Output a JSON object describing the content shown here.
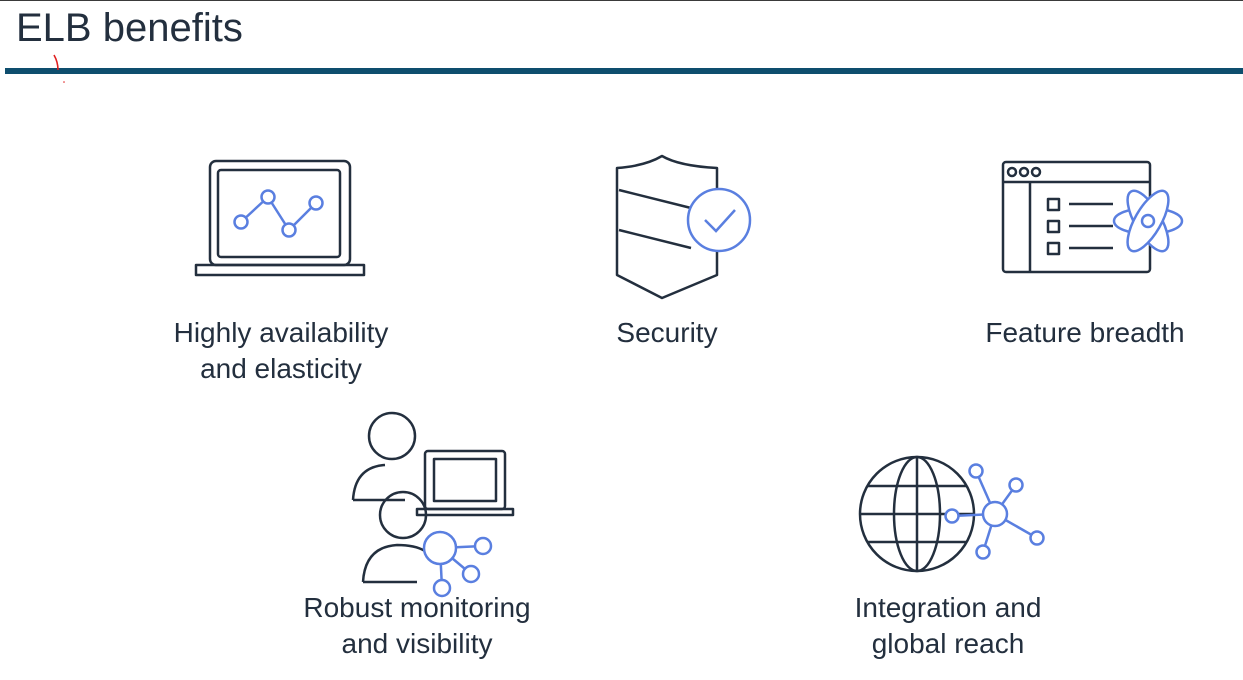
{
  "slide": {
    "title": "ELB benefits"
  },
  "benefits": [
    {
      "id": "availability",
      "icon": "laptop-chart-icon",
      "lines": [
        "Highly availability",
        "and elasticity"
      ]
    },
    {
      "id": "security",
      "icon": "shield-check-icon",
      "lines": [
        "Security"
      ]
    },
    {
      "id": "features",
      "icon": "window-checklist-atom-icon",
      "lines": [
        "Feature breadth"
      ]
    },
    {
      "id": "monitoring",
      "icon": "users-laptop-network-icon",
      "lines": [
        "Robust monitoring",
        "and visibility"
      ]
    },
    {
      "id": "integration",
      "icon": "globe-network-icon",
      "lines": [
        "Integration and",
        "global reach"
      ]
    }
  ],
  "colors": {
    "text": "#232f3e",
    "accent_bar": "#0e4e6e",
    "icon_outline": "#232f3e",
    "icon_highlight": "#5a7fe0"
  }
}
